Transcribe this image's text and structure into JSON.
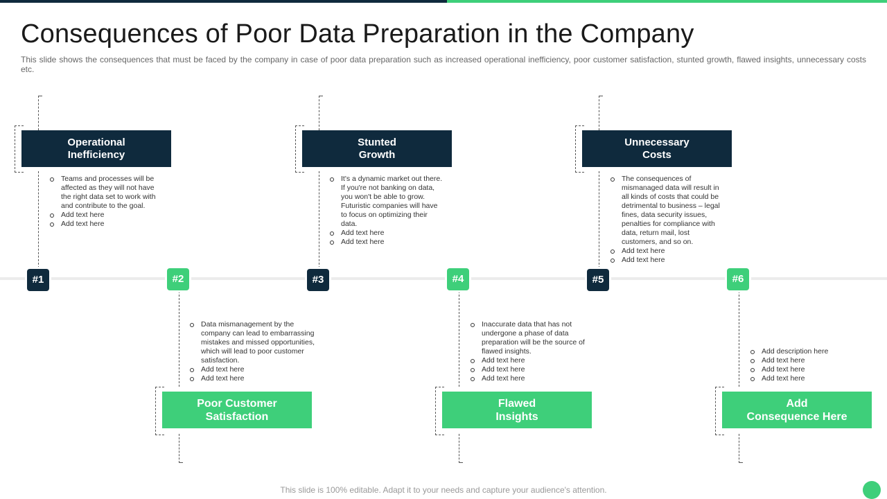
{
  "title": "Consequences of Poor Data Preparation in the Company",
  "subtitle": "This slide shows the consequences that must be faced by the company in case of poor data preparation such as increased operational inefficiency, poor customer satisfaction, stunted growth, flawed insights, unnecessary costs etc.",
  "colors": {
    "dark": "#0f2a3d",
    "green": "#3ecf7a"
  },
  "markers": [
    "#1",
    "#2",
    "#3",
    "#4",
    "#5",
    "#6"
  ],
  "items": [
    {
      "heading": [
        "Operational",
        "Inefficiency"
      ],
      "bullets": [
        "Teams and processes will be affected as they will not have the right data set to work with and contribute to the goal.",
        "Add text here",
        "Add text here"
      ]
    },
    {
      "heading": [
        "Poor Customer",
        "Satisfaction"
      ],
      "bullets": [
        "Data mismanagement by the company can lead to embarrassing mistakes and missed opportunities, which will lead to poor customer satisfaction.",
        "Add text here",
        "Add text here"
      ]
    },
    {
      "heading": [
        "Stunted",
        "Growth"
      ],
      "bullets": [
        "It's a dynamic market out there. If you're not banking on data, you won't be able to grow. Futuristic companies will have to focus on optimizing their data.",
        "Add text here",
        "Add text here"
      ]
    },
    {
      "heading": [
        "Flawed",
        "Insights"
      ],
      "bullets": [
        "Inaccurate data that has not undergone a phase of data preparation will be the source of flawed insights.",
        "Add text here",
        "Add text here",
        "Add text here"
      ]
    },
    {
      "heading": [
        "Unnecessary",
        "Costs"
      ],
      "bullets": [
        "The consequences of mismanaged data will result in all kinds of costs that could be detrimental to business – legal fines, data security issues, penalties for compliance with data, return mail, lost customers, and so on.",
        "Add text here",
        "Add text here"
      ]
    },
    {
      "heading": [
        "Add",
        "Consequence Here"
      ],
      "bullets": [
        "Add description here",
        "Add text here",
        "Add text here",
        "Add text here"
      ]
    }
  ],
  "footer": "This slide is 100% editable. Adapt it to your needs and capture your audience's attention."
}
